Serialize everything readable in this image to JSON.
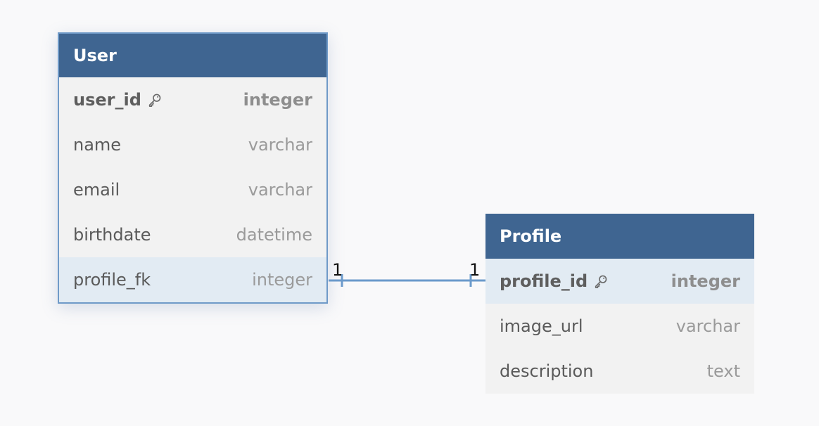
{
  "tables": {
    "user": {
      "title": "User",
      "columns": [
        {
          "name": "user_id",
          "type": "integer",
          "primary_key": true
        },
        {
          "name": "name",
          "type": "varchar"
        },
        {
          "name": "email",
          "type": "varchar"
        },
        {
          "name": "birthdate",
          "type": "datetime"
        },
        {
          "name": "profile_fk",
          "type": "integer"
        }
      ]
    },
    "profile": {
      "title": "Profile",
      "columns": [
        {
          "name": "profile_id",
          "type": "integer",
          "primary_key": true
        },
        {
          "name": "image_url",
          "type": "varchar"
        },
        {
          "name": "description",
          "type": "text"
        }
      ]
    }
  },
  "relationship": {
    "from": "User.profile_fk",
    "to": "Profile.profile_id",
    "from_cardinality": "1",
    "to_cardinality": "1"
  },
  "colors": {
    "header": "#3f6591",
    "connector": "#6b9acb",
    "highlight_row": "#e2ebf3",
    "background": "#f9f9fa"
  },
  "icons": {
    "primary_key": "key-icon"
  }
}
